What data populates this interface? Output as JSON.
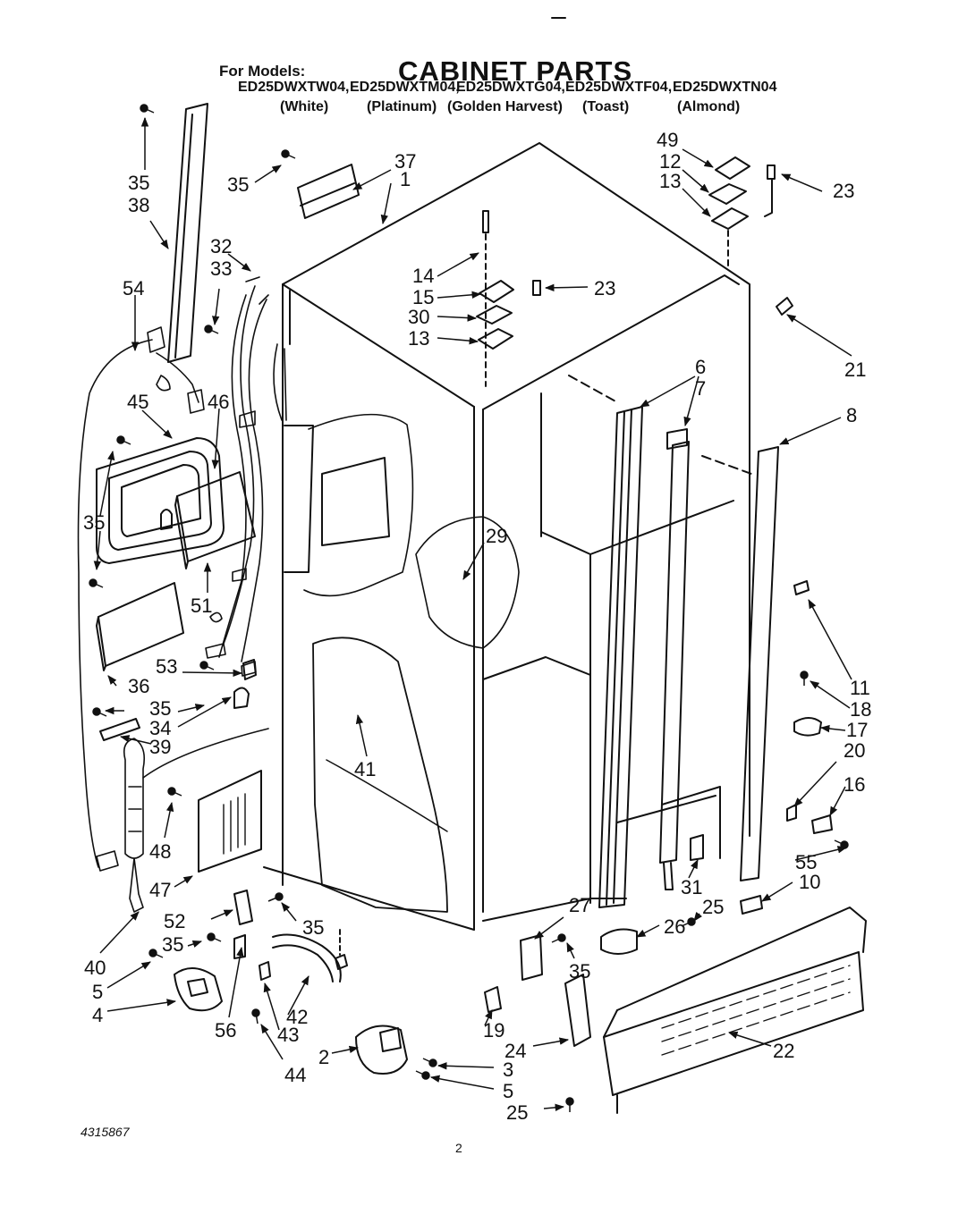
{
  "header": {
    "for_models_label": "For Models:",
    "title": "CABINET PARTS",
    "models": [
      {
        "number": "ED25DWXTW04,",
        "color": "(White)"
      },
      {
        "number": "ED25DWXTM04,",
        "color": "(Platinum)"
      },
      {
        "number": "ED25DWXTG04,",
        "color": "(Golden Harvest)"
      },
      {
        "number": "ED25DWXTF04,",
        "color": "(Toast)"
      },
      {
        "number": "ED25DWXTN04",
        "color": "(Almond)"
      }
    ]
  },
  "callouts": {
    "c1": "1",
    "c2": "2",
    "c3": "3",
    "c4": "4",
    "c5a": "5",
    "c5b": "5",
    "c6": "6",
    "c7": "7",
    "c8": "8",
    "c10": "10",
    "c11": "11",
    "c12": "12",
    "c13a": "13",
    "c13b": "13",
    "c14": "14",
    "c15": "15",
    "c16": "16",
    "c17": "17",
    "c18": "18",
    "c19": "19",
    "c20": "20",
    "c21": "21",
    "c22": "22",
    "c23a": "23",
    "c23b": "23",
    "c24": "24",
    "c25a": "25",
    "c25b": "25",
    "c26": "26",
    "c27": "27",
    "c29": "29",
    "c30": "30",
    "c31": "31",
    "c32": "32",
    "c33": "33",
    "c34": "34",
    "c35a": "35",
    "c35b": "35",
    "c35c": "35",
    "c35d": "35",
    "c35e": "35",
    "c35f": "35",
    "c35g": "35",
    "c36": "36",
    "c37": "37",
    "c38": "38",
    "c39": "39",
    "c40": "40",
    "c41": "41",
    "c42": "42",
    "c43": "43",
    "c44": "44",
    "c45": "45",
    "c46": "46",
    "c47": "47",
    "c48": "48",
    "c49": "49",
    "c51": "51",
    "c52": "52",
    "c53": "53",
    "c54": "54",
    "c55": "55",
    "c56": "56"
  },
  "footer": {
    "doc_number": "4315867",
    "page_number": "2"
  }
}
